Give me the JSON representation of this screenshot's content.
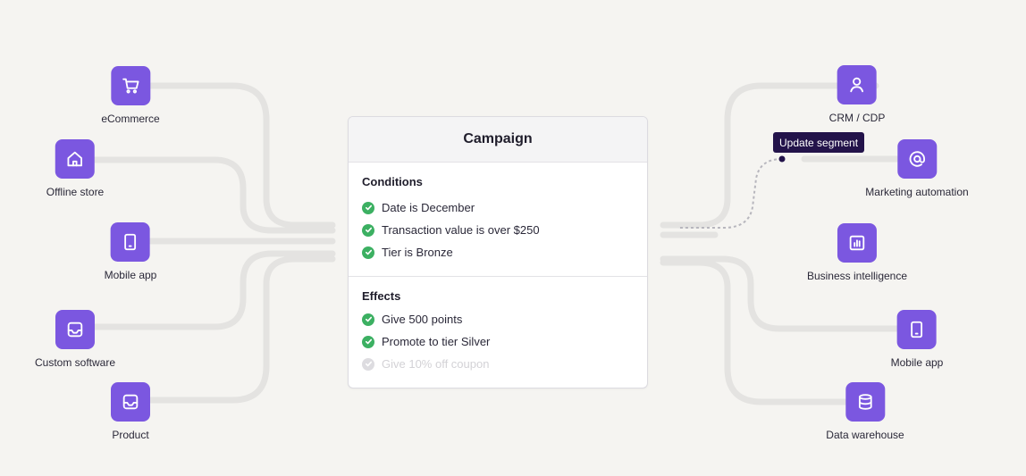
{
  "card": {
    "title": "Campaign",
    "conditions_heading": "Conditions",
    "conditions": [
      "Date is December",
      "Transaction value is over $250",
      "Tier is Bronze"
    ],
    "effects_heading": "Effects",
    "effects": [
      "Give 500 points",
      "Promote to tier Silver"
    ],
    "effects_inactive": [
      "Give 10% off coupon"
    ]
  },
  "sources": [
    {
      "label": "eCommerce",
      "icon": "cart-icon"
    },
    {
      "label": "Offline store",
      "icon": "home-icon"
    },
    {
      "label": "Mobile app",
      "icon": "mobile-icon"
    },
    {
      "label": "Custom software",
      "icon": "inbox-icon"
    },
    {
      "label": "Product",
      "icon": "inbox-icon"
    }
  ],
  "destinations": [
    {
      "label": "CRM / CDP",
      "icon": "user-icon"
    },
    {
      "label": "Marketing automation",
      "icon": "at-icon"
    },
    {
      "label": "Business intelligence",
      "icon": "chart-icon"
    },
    {
      "label": "Mobile app",
      "icon": "mobile-icon"
    },
    {
      "label": "Data warehouse",
      "icon": "database-icon"
    }
  ],
  "tooltip": "Update segment",
  "colors": {
    "background": "#f5f4f1",
    "tile": "#7b57e0",
    "check": "#3cb062",
    "tooltip": "#23134a",
    "wire": "#e4e3e1"
  }
}
